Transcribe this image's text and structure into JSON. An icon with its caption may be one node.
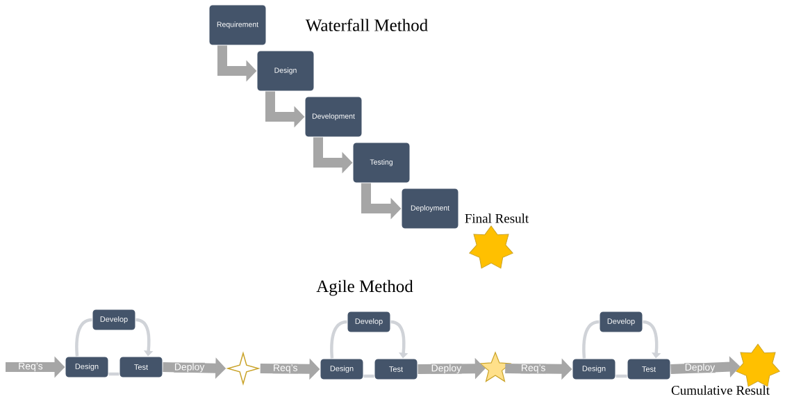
{
  "diagram": {
    "title": "Waterfall Method",
    "nodes": [
      {
        "text": [
          "Requirement"
        ]
      },
      {
        "text": [
          "Design"
        ]
      },
      {
        "text": [
          "Development"
        ]
      },
      {
        "text": [
          "Testing"
        ]
      },
      {
        "text": [
          "Deployment"
        ]
      },
      {
        "text": [
          "Final Result"
        ]
      },
      {
        "text": [
          "Develop"
        ]
      },
      {
        "text": [
          "Design"
        ]
      },
      {
        "text": [
          "Test"
        ]
      },
      {
        "text": [],
        "shape": "star"
      },
      {
        "text": [
          "Develop"
        ]
      },
      {
        "text": [
          "Design"
        ]
      },
      {
        "text": [
          "Test"
        ]
      },
      {
        "text": [],
        "shape": "star"
      },
      {
        "text": [
          "Develop"
        ]
      },
      {
        "text": [
          "Design"
        ]
      },
      {
        "text": [
          "Test"
        ]
      },
      {
        "text": [
          "Cumulative Result"
        ]
      }
    ],
    "edges": [
      {
        "from": 0,
        "to": 1,
        "arrow": "to"
      },
      {
        "from": 1,
        "to": 2,
        "arrow": "to"
      },
      {
        "from": 2,
        "to": 3,
        "arrow": "to"
      },
      {
        "from": 3,
        "to": 4,
        "arrow": "to"
      },
      {
        "from": null,
        "to": 7,
        "arrow": "to",
        "label": "Req’s"
      },
      {
        "from": 7,
        "to": 6,
        "arrow": "none",
        "color": "#d0d3d8"
      },
      {
        "from": 6,
        "to": 8,
        "arrow": "to",
        "color": "#d0d3d8"
      },
      {
        "from": 8,
        "to": 7,
        "arrow": "none",
        "color": "#d0d3d8"
      },
      {
        "from": 8,
        "to": 9,
        "arrow": "to",
        "label": "Deploy"
      },
      {
        "from": 9,
        "to": 11,
        "arrow": "to",
        "label": "Req’s"
      },
      {
        "from": 11,
        "to": 10,
        "arrow": "none",
        "color": "#d0d3d8"
      },
      {
        "from": 10,
        "to": 12,
        "arrow": "to",
        "color": "#d0d3d8"
      },
      {
        "from": 12,
        "to": 11,
        "arrow": "none",
        "color": "#d0d3d8"
      },
      {
        "from": 12,
        "to": 13,
        "arrow": "to",
        "label": "Deploy"
      },
      {
        "from": 13,
        "to": 15,
        "arrow": "to",
        "label": "Req’s"
      },
      {
        "from": 15,
        "to": 14,
        "arrow": "none",
        "color": "#d0d3d8"
      },
      {
        "from": 14,
        "to": 16,
        "arrow": "to",
        "color": "#d0d3d8"
      },
      {
        "from": 16,
        "to": 15,
        "arrow": "none",
        "color": "#d0d3d8"
      },
      {
        "from": 16,
        "to": 17,
        "arrow": "to",
        "label": "Deploy"
      }
    ],
    "labels": [
      "Agile Method"
    ]
  }
}
